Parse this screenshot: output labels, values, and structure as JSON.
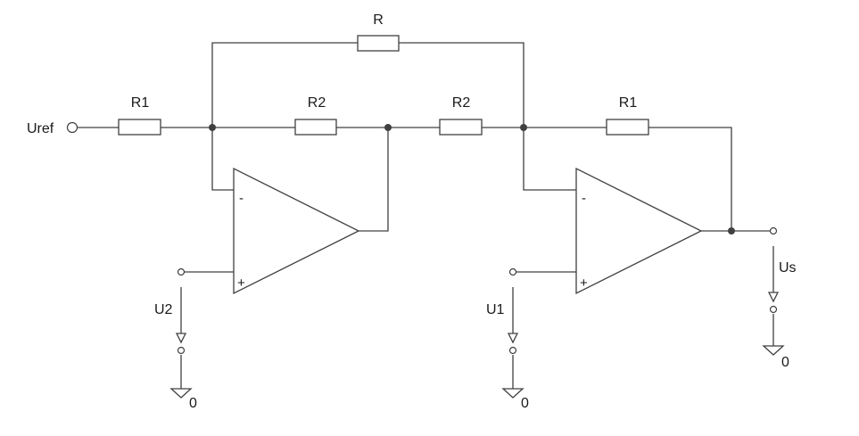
{
  "labels": {
    "r_top": "R",
    "r1_left": "R1",
    "r2_left": "R2",
    "r2_right": "R2",
    "r1_right": "R1",
    "input": "Uref",
    "u2": "U2",
    "u1": "U1",
    "us": "Us",
    "gnd_u2": "0",
    "gnd_u1": "0",
    "gnd_us": "0"
  },
  "opamp_left": {
    "inv": "-",
    "noninv": "+"
  },
  "opamp_right": {
    "inv": "-",
    "noninv": "+"
  },
  "colors": {
    "wire": "#404040",
    "text": "#1a1a1a",
    "background": "#ffffff"
  }
}
